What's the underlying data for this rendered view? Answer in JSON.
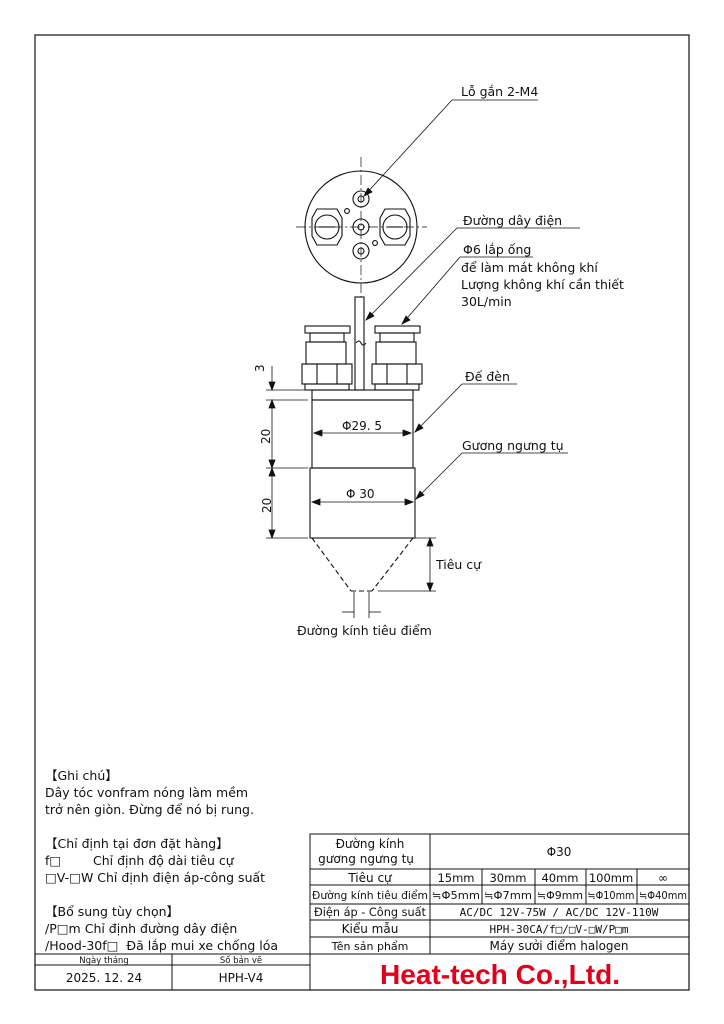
{
  "drawing": {
    "labels": {
      "mount_holes": "Lỗ gắn 2-M4",
      "wire": "Đường dây điện",
      "pipe_1": "Φ6 lắp ống",
      "pipe_2": "để làm mát không khí",
      "pipe_3": "Lượng không khí cần thiết",
      "pipe_4": "30L/min",
      "lamp_base": "Đế đèn",
      "reflector": "Gương ngưng tụ",
      "focal_length": "Tiêu cự",
      "spot_diameter": "Đường kính tiêu điểm"
    },
    "dimensions": {
      "d_upper": "Φ29. 5",
      "d_lower": "Φ 30",
      "dim_3": "3",
      "dim_20_a": "20",
      "dim_20_b": "20"
    }
  },
  "notes": {
    "title": "【Ghi chú】",
    "line1": "Dây tóc vonfram nóng làm mềm",
    "line2": "trở nên giòn. Đừng để nó bị rung."
  },
  "order_spec": {
    "title": "【Chỉ định tại đơn đặt hàng】",
    "line1": "f□        Chỉ định độ dài tiêu cự",
    "line2": "□V-□W Chỉ định điện áp-công suất"
  },
  "options": {
    "title": "【Bổ sung tùy chọn】",
    "line1": "/P□m Chỉ định đường dây điện",
    "line2": "/Hood-30f□  Đã lắp mui xe chống lóa"
  },
  "title_block": {
    "reflector_label_1": "Đường kính",
    "reflector_label_2": "gương ngưng tụ",
    "reflector_value": "Φ30",
    "focal_label": "Tiêu cự",
    "focal_values": [
      "15mm",
      "30mm",
      "40mm",
      "100mm",
      "∞"
    ],
    "spot_label": "Đường kính tiêu điểm",
    "spot_values": [
      "≒Φ5mm",
      "≒Φ7mm",
      "≒Φ9mm",
      "≒Φ10mm",
      "≒Φ40mm"
    ],
    "voltage_label": "Điện áp - Công suất",
    "voltage_value": "AC/DC 12V-75W / AC/DC 12V-110W",
    "model_label": "Kiểu mẫu",
    "model_value": "HPH-30CA/f□/□V-□W/P□m",
    "product_label": "Tên sản phẩm",
    "product_value": "Máy sưởi điểm halogen",
    "date_label": "Ngày tháng",
    "date_value": "2025. 12. 24",
    "drawing_no_label": "Số bản vẽ",
    "drawing_no_value": "HPH-V4",
    "company": "Heat-tech Co.,Ltd."
  },
  "colors": {
    "brand": "#e0001b",
    "line": "#111111"
  }
}
